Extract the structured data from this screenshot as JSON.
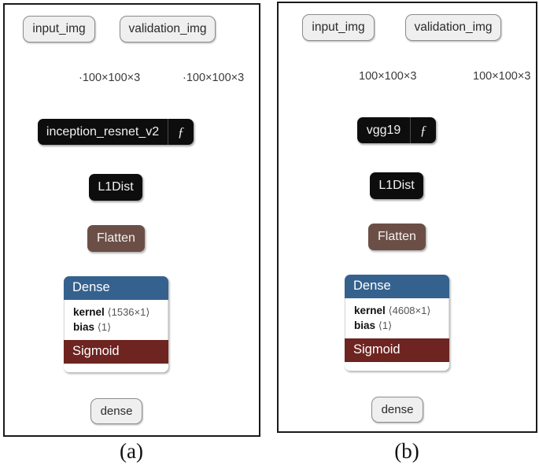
{
  "figure": {
    "panels": [
      {
        "id": "a",
        "caption": "(a)",
        "nodes": {
          "input_img": "input_img",
          "validation_img": "validation_img",
          "backbone": "inception_resnet_v2",
          "backbone_fn": "ƒ",
          "distance": "L1Dist",
          "flatten": "Flatten",
          "dense_title": "Dense",
          "dense_kernel_name": "kernel",
          "dense_kernel_shape": "⟨1536×1⟩",
          "dense_bias_name": "bias",
          "dense_bias_shape": "⟨1⟩",
          "activation": "Sigmoid",
          "output": "dense"
        },
        "edge_labels": {
          "input_shape": "·100×100×3",
          "validation_shape": "·100×100×3"
        }
      },
      {
        "id": "b",
        "caption": "(b)",
        "nodes": {
          "input_img": "input_img",
          "validation_img": "validation_img",
          "backbone": "vgg19",
          "backbone_fn": "ƒ",
          "distance": "L1Dist",
          "flatten": "Flatten",
          "dense_title": "Dense",
          "dense_kernel_name": "kernel",
          "dense_kernel_shape": "⟨4608×1⟩",
          "dense_bias_name": "bias",
          "dense_bias_shape": "⟨1⟩",
          "activation": "Sigmoid",
          "output": "dense"
        },
        "edge_labels": {
          "input_shape": "100×100×3",
          "validation_shape": "100×100×3"
        }
      }
    ]
  },
  "colors": {
    "io_fill": "#efefef",
    "io_border": "#8c8c8c",
    "black_fill": "#0d0d0d",
    "flatten_fill": "#6b4f46",
    "dense_header": "#35618e",
    "dense_body": "#ffffff",
    "activation_fill": "#6e2420",
    "frame": "#1a1a1a",
    "edge": "#111111"
  },
  "chart_data": {
    "type": "diagram",
    "title": "Siamese network architectures",
    "graphs": [
      {
        "panel": "a",
        "backbone": "inception_resnet_v2",
        "layers": [
          "input_img",
          "validation_img",
          "inception_resnet_v2",
          "L1Dist",
          "Flatten",
          "Dense",
          "Sigmoid",
          "dense"
        ],
        "edges": [
          {
            "from": "input_img",
            "to": "inception_resnet_v2",
            "label": "100×100×3"
          },
          {
            "from": "validation_img",
            "to": "inception_resnet_v2",
            "label": "100×100×3"
          },
          {
            "from": "inception_resnet_v2",
            "to": "L1Dist",
            "label": ""
          },
          {
            "from": "L1Dist",
            "to": "Flatten",
            "label": ""
          },
          {
            "from": "Flatten",
            "to": "Dense",
            "label": ""
          },
          {
            "from": "Dense",
            "to": "dense",
            "label": ""
          }
        ],
        "dense_params": {
          "kernel": "1536×1",
          "bias": "1"
        }
      },
      {
        "panel": "b",
        "backbone": "vgg19",
        "layers": [
          "input_img",
          "validation_img",
          "vgg19",
          "L1Dist",
          "Flatten",
          "Dense",
          "Sigmoid",
          "dense"
        ],
        "edges": [
          {
            "from": "input_img",
            "to": "vgg19",
            "label": "100×100×3"
          },
          {
            "from": "validation_img",
            "to": "vgg19",
            "label": "100×100×3"
          },
          {
            "from": "vgg19",
            "to": "L1Dist",
            "label": ""
          },
          {
            "from": "L1Dist",
            "to": "Flatten",
            "label": ""
          },
          {
            "from": "Flatten",
            "to": "Dense",
            "label": ""
          },
          {
            "from": "Dense",
            "to": "dense",
            "label": ""
          }
        ],
        "dense_params": {
          "kernel": "4608×1",
          "bias": "1"
        }
      }
    ]
  }
}
